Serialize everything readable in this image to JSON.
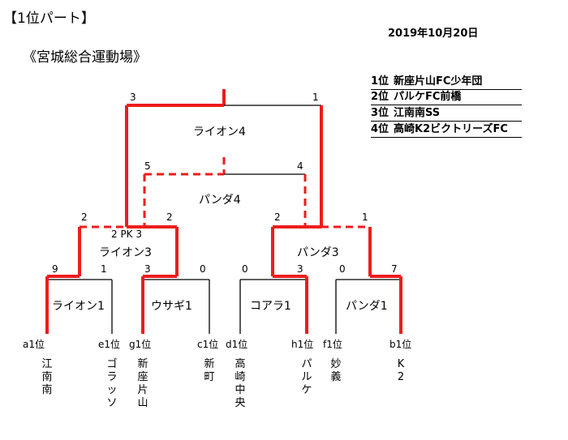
{
  "header": {
    "title": "【1位パート】",
    "date": "2019年10月20日",
    "venue": "《宮城総合運動場》"
  },
  "rankings": [
    {
      "pos": "1位",
      "team": "新座片山FC少年団"
    },
    {
      "pos": "2位",
      "team": "パルケFC前橋"
    },
    {
      "pos": "3位",
      "team": "江南南SS"
    },
    {
      "pos": "4位",
      "team": "高崎K2ビクトリーズFC"
    }
  ],
  "seeds": [
    "a1位",
    "e1位",
    "g1位",
    "c1位",
    "d1位",
    "h1位",
    "f1位",
    "b1位"
  ],
  "teams": [
    "江南南",
    "ゴラッソ",
    "新座片山",
    "新町",
    "高崎中央",
    "パルケ",
    "妙義",
    "K2"
  ],
  "round1": [
    {
      "name": "ライオン1",
      "score_left": "9",
      "score_right": "1"
    },
    {
      "name": "ウサギ1",
      "score_left": "3",
      "score_right": "0"
    },
    {
      "name": "コアラ1",
      "score_left": "0",
      "score_right": "3"
    },
    {
      "name": "パンダ1",
      "score_left": "0",
      "score_right": "7"
    }
  ],
  "round2": [
    {
      "name": "ライオン3",
      "score_left": "2",
      "score_right": "2",
      "note": "2 PK 3"
    },
    {
      "name": "パンダ3",
      "score_left": "2",
      "score_right": "1"
    }
  ],
  "third_place": {
    "name": "パンダ4",
    "score_left": "5",
    "score_right": "4"
  },
  "final": {
    "name": "ライオン4",
    "score_left": "3",
    "score_right": "1"
  },
  "colors": {
    "winner_line": "#ee1c1c",
    "normal_line": "#000000"
  }
}
